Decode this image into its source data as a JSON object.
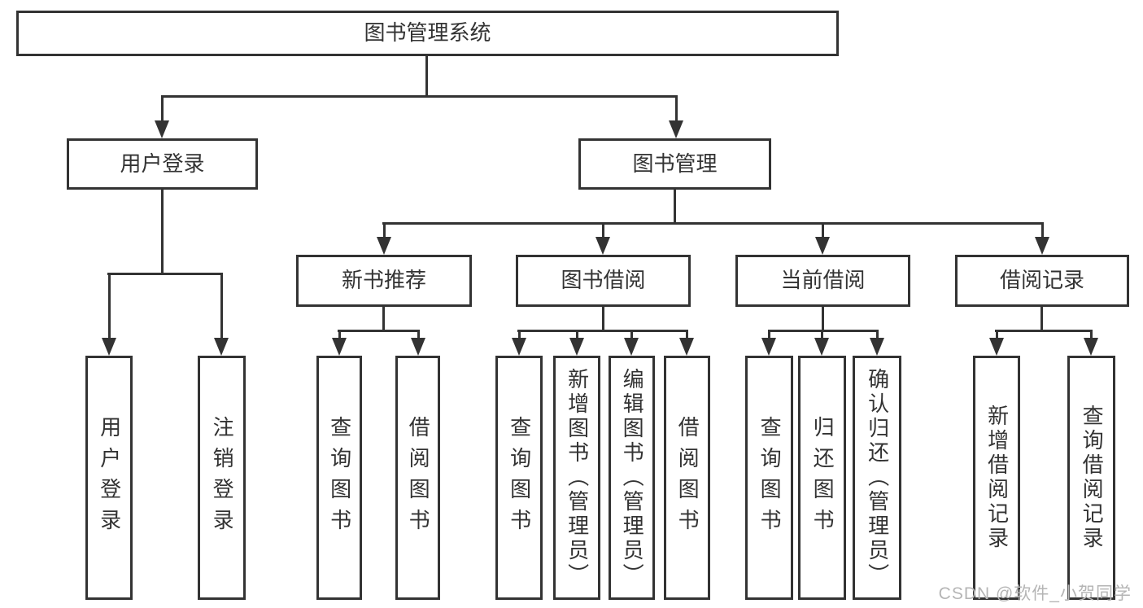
{
  "title": "图书管理系统",
  "branches": {
    "user_login": {
      "label": "用户登录",
      "children": {
        "login": "用户登录",
        "logout": "注销登录"
      }
    },
    "book_mgmt": {
      "label": "图书管理",
      "children": {
        "new_book_rec": {
          "label": "新书推荐",
          "children": {
            "query": "查询图书",
            "borrow": "借阅图书"
          }
        },
        "book_borrow": {
          "label": "图书借阅",
          "children": {
            "query": "查询图书",
            "add": "新增图书（管理员）",
            "edit": "编辑图书（管理员）",
            "borrow": "借阅图书"
          }
        },
        "current_borrow": {
          "label": "当前借阅",
          "children": {
            "query": "查询图书",
            "return": "归还图书",
            "confirm": "确认归还（管理员）"
          }
        },
        "borrow_record": {
          "label": "借阅记录",
          "children": {
            "add": "新增借阅记录",
            "query": "查询借阅记录"
          }
        }
      }
    }
  },
  "watermark": "CSDN @软件_小贺同学",
  "colors": {
    "line": "#333333",
    "text": "#333333",
    "background": "#ffffff",
    "watermark": "#b5b5b5"
  }
}
